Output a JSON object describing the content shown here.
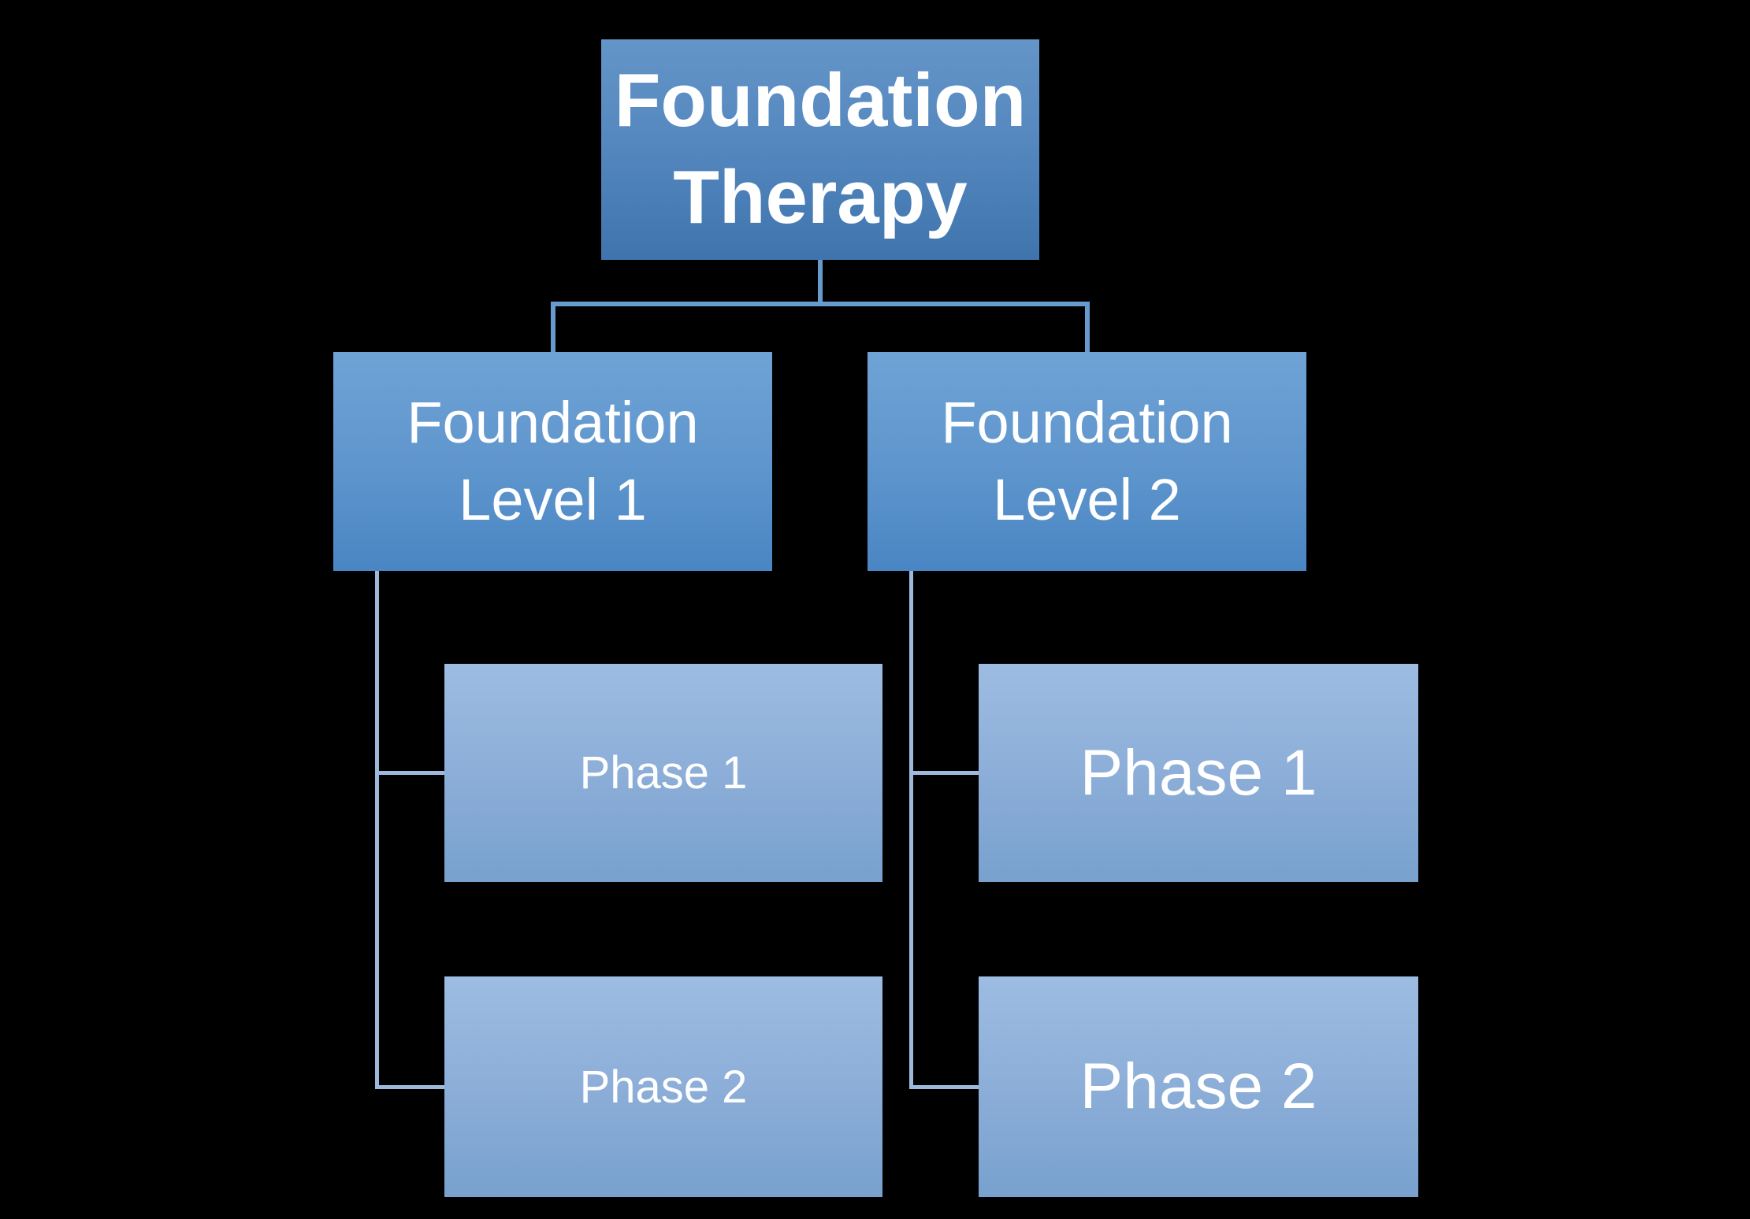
{
  "diagram": {
    "type": "org-chart",
    "background_color": "#000000",
    "text_color": "#ffffff",
    "colors": {
      "root_gradient_top": "#6495c8",
      "root_gradient_bottom": "#3f74ad",
      "level_gradient_top": "#6fa3d6",
      "level_gradient_bottom": "#4a86c4",
      "phase_gradient_top": "#9dbce2",
      "phase_gradient_bottom": "#78a1ce",
      "connector_primary": "#679bce",
      "connector_secondary": "#9db9dc"
    },
    "root": {
      "label": "Foundation\nTherapy"
    },
    "branches": [
      {
        "label": "Foundation\nLevel 1",
        "children": [
          {
            "label": "Phase 1"
          },
          {
            "label": "Phase 2"
          }
        ]
      },
      {
        "label": "Foundation\nLevel 2",
        "children": [
          {
            "label": "Phase 1"
          },
          {
            "label": "Phase 2"
          }
        ]
      }
    ]
  }
}
